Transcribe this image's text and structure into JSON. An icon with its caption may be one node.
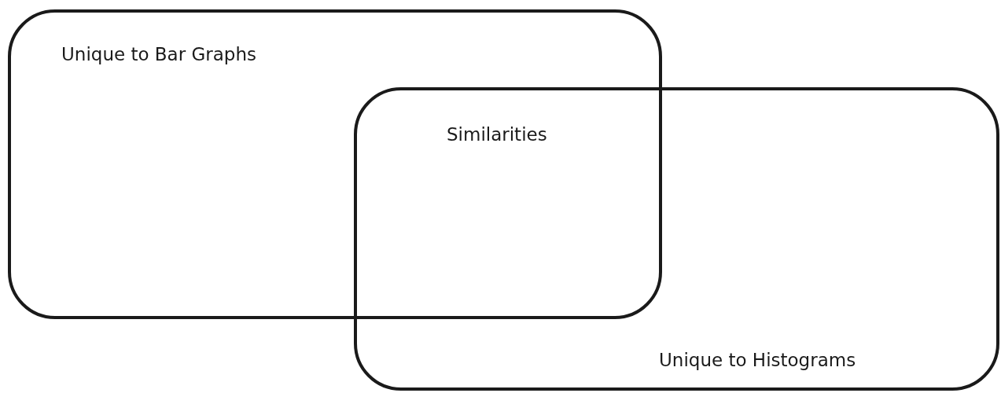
{
  "diagram": {
    "nodes": [
      {
        "text": [
          "Unique to Bar Graphs"
        ]
      },
      {
        "text": [
          "Unique to Histograms"
        ]
      }
    ],
    "labels": [
      "Similarities"
    ]
  }
}
